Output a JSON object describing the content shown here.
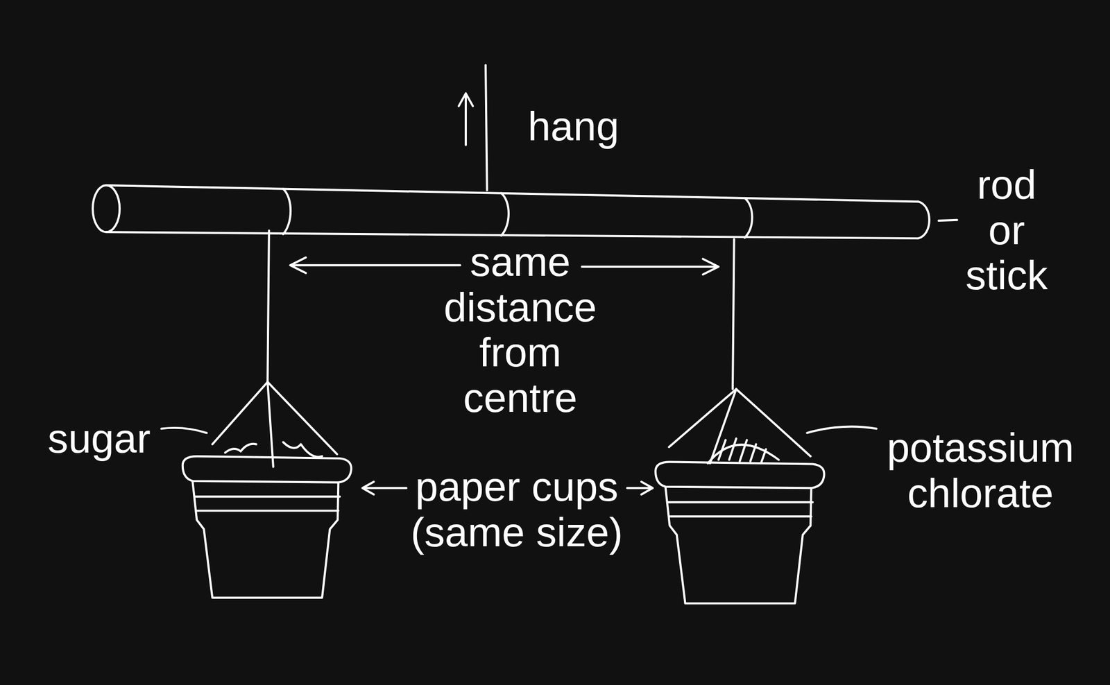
{
  "diagram": {
    "labels": [
      "hang",
      "rod or stick",
      "same distance from centre",
      "sugar",
      "paper cups (same size)",
      "potassium chlorate"
    ]
  }
}
